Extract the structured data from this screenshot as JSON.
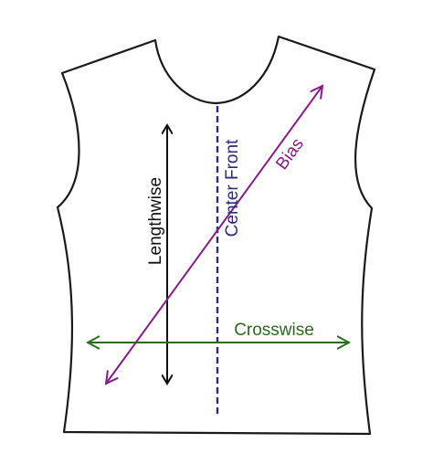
{
  "labels": {
    "lengthwise": "Lengthwise",
    "center_front": "Center Front",
    "bias": "Bias",
    "crosswise": "Crosswise"
  },
  "colors": {
    "outline": "#1a1a1a",
    "lengthwise": "#111111",
    "center_front": "#2b2c7a",
    "bias": "#8a1a8c",
    "crosswise": "#2a6b1f"
  }
}
